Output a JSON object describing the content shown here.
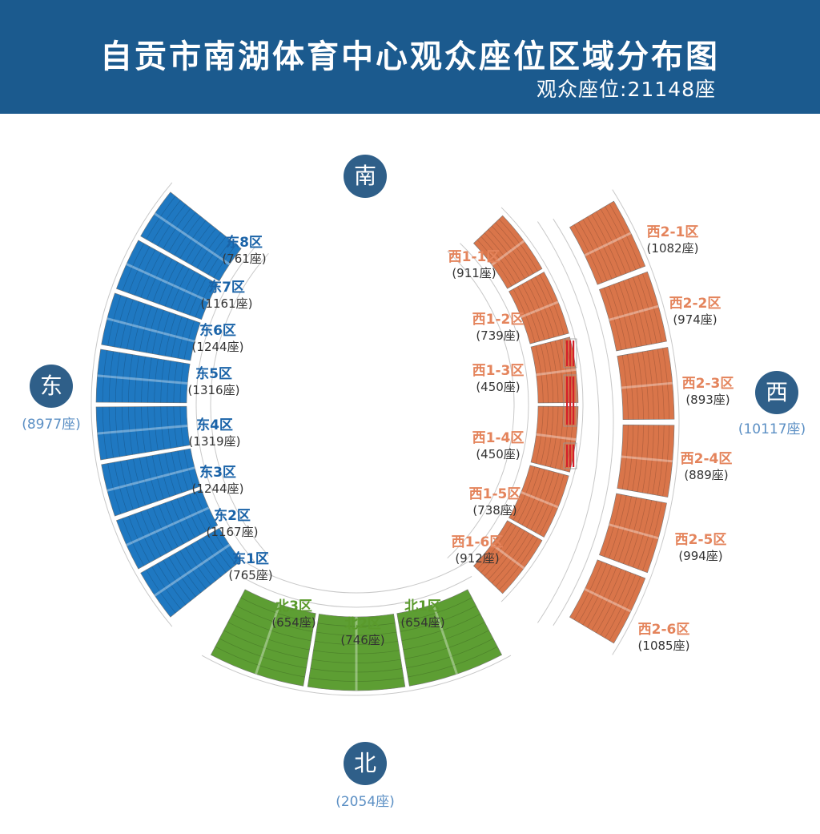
{
  "header": {
    "title": "自贡市南湖体育中心观众座位区域分布图",
    "subtitle": "观众座位:21148座"
  },
  "colors": {
    "header": "#1b5a8e",
    "east": "#1f78c1",
    "west": "#d9754a",
    "north": "#5d9e33",
    "east_label": "#1a63a8",
    "west_label": "#e4845c",
    "north_label": "#5a9a2c"
  },
  "compass": {
    "south": {
      "label": "南"
    },
    "east": {
      "label": "东",
      "total": "(8977座)"
    },
    "west": {
      "label": "西",
      "total": "(10117座)"
    },
    "north": {
      "label": "北",
      "total": "(2054座)"
    }
  },
  "sections": {
    "east": [
      {
        "name": "东1区",
        "count": "(765座)"
      },
      {
        "name": "东2区",
        "count": "(1167座)"
      },
      {
        "name": "东3区",
        "count": "(1244座)"
      },
      {
        "name": "东4区",
        "count": "(1319座)"
      },
      {
        "name": "东5区",
        "count": "(1316座)"
      },
      {
        "name": "东6区",
        "count": "(1244座)"
      },
      {
        "name": "东7区",
        "count": "(1161座)"
      },
      {
        "name": "东8区",
        "count": "(761座)"
      }
    ],
    "west1": [
      {
        "name": "西1-1区",
        "count": "(911座)"
      },
      {
        "name": "西1-2区",
        "count": "(739座)"
      },
      {
        "name": "西1-3区",
        "count": "(450座)"
      },
      {
        "name": "西1-4区",
        "count": "(450座)"
      },
      {
        "name": "西1-5区",
        "count": "(738座)"
      },
      {
        "name": "西1-6区",
        "count": "(912座)"
      }
    ],
    "west2": [
      {
        "name": "西2-1区",
        "count": "(1082座)"
      },
      {
        "name": "西2-2区",
        "count": "(974座)"
      },
      {
        "name": "西2-3区",
        "count": "(893座)"
      },
      {
        "name": "西2-4区",
        "count": "(889座)"
      },
      {
        "name": "西2-5区",
        "count": "(994座)"
      },
      {
        "name": "西2-6区",
        "count": "(1085座)"
      }
    ],
    "north": [
      {
        "name": "北1区",
        "count": "(654座)"
      },
      {
        "name": "北2区",
        "count": "(746座)"
      },
      {
        "name": "北3区",
        "count": "(654座)"
      }
    ]
  }
}
